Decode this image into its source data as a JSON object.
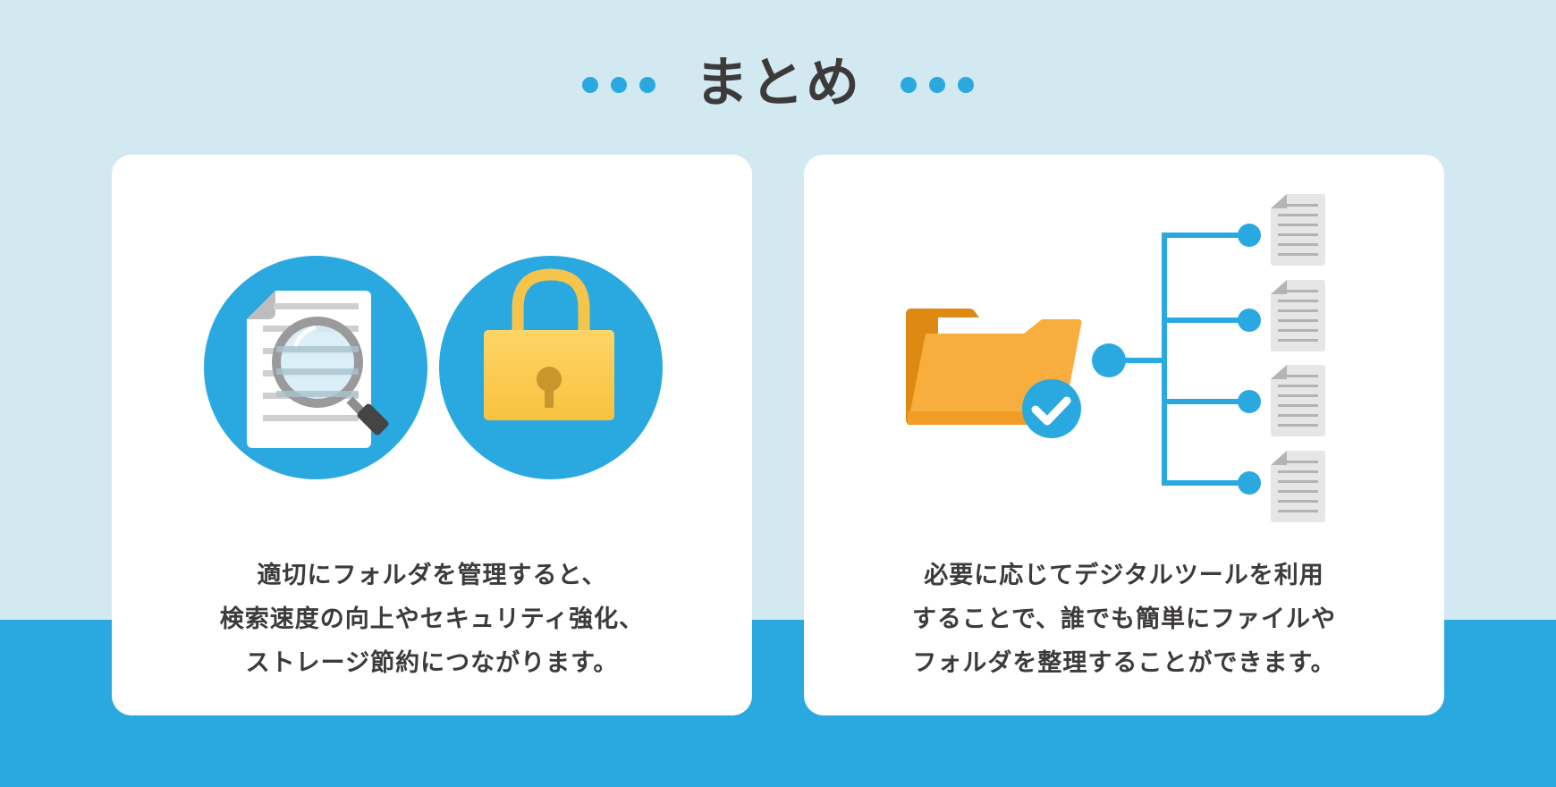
{
  "header": {
    "title": "まとめ",
    "decoration": "three-dots-each-side"
  },
  "colors": {
    "background_top": "#d3e9f2",
    "background_band": "#2aa9e1",
    "accent_blue": "#2aa9e1",
    "card": "#ffffff",
    "text": "#3d3a3a",
    "folder_orange": "#f8ae3c",
    "lock_yellow": "#fbcd4e"
  },
  "cards": [
    {
      "icons": [
        "document-search-icon",
        "padlock-icon"
      ],
      "lines": [
        "適切にフォルダを管理すると、",
        "検索速度の向上やセキュリティ強化、",
        "ストレージ節約につながります。"
      ]
    },
    {
      "icons": [
        "folder-check-icon",
        "file-tree-icon",
        "document-icon"
      ],
      "lines": [
        "必要に応じてデジタルツールを利用",
        "することで、誰でも簡単にファイルや",
        "フォルダを整理することができます。"
      ]
    }
  ]
}
